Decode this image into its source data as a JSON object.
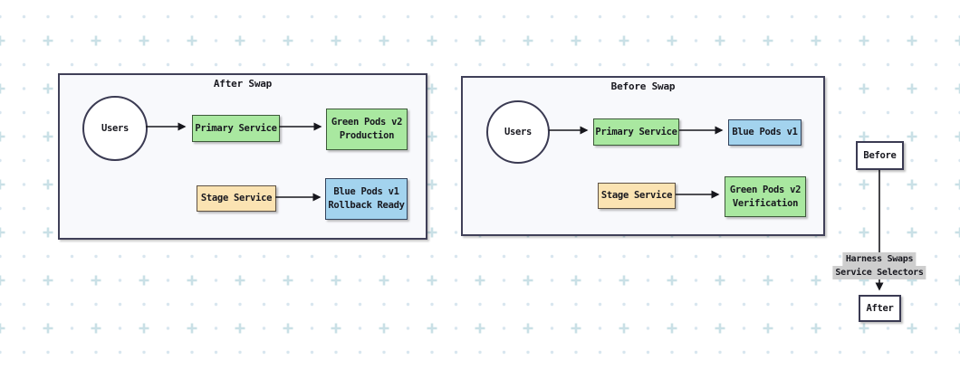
{
  "panels": [
    {
      "title": "After Swap",
      "users_label": "Users",
      "primary_service": "Primary Service",
      "primary_target_line1": "Green Pods v2",
      "primary_target_line2": "Production",
      "stage_service": "Stage Service",
      "stage_target_line1": "Blue Pods v1",
      "stage_target_line2": "Rollback Ready"
    },
    {
      "title": "Before Swap",
      "users_label": "Users",
      "primary_service": "Primary Service",
      "primary_target_line1": "Blue Pods v1",
      "stage_service": "Stage Service",
      "stage_target_line1": "Green Pods v2",
      "stage_target_line2": "Verification"
    }
  ],
  "swap_flow": {
    "before_label": "Before",
    "edge_label_line1": "Harness Swaps",
    "edge_label_line2": "Service Selectors",
    "after_label": "After"
  },
  "colors": {
    "green_fill": "#a9e8a0",
    "green_stroke": "#3d5a3a",
    "blue_fill": "#a3d3ee",
    "blue_stroke": "#32435c",
    "orange_fill": "#fbe3b2",
    "orange_stroke": "#5e5244",
    "panel_fill": "#f8f9fc",
    "panel_stroke": "#404058",
    "node_fill": "#ffffff",
    "node_stroke": "#3a3a52",
    "arrow_color": "#17171d",
    "text_color": "#18181f",
    "edge_label_bg": "#cecece",
    "pattern_dot": "#d8e6ef",
    "pattern_plus": "#c9e0e6"
  }
}
